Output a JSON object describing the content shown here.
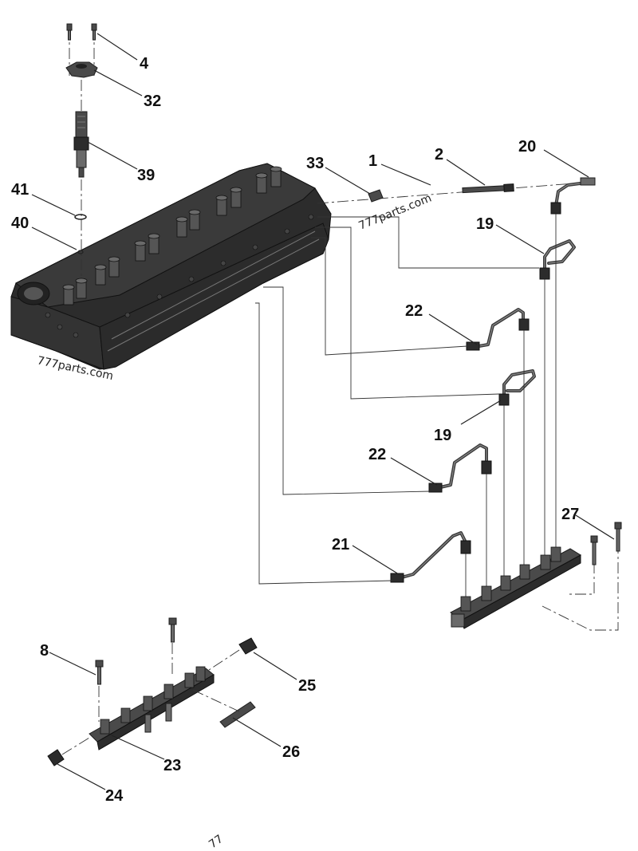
{
  "callouts": [
    {
      "id": "4",
      "label": "4"
    },
    {
      "id": "32",
      "label": "32"
    },
    {
      "id": "39",
      "label": "39"
    },
    {
      "id": "41",
      "label": "41"
    },
    {
      "id": "40",
      "label": "40"
    },
    {
      "id": "33",
      "label": "33"
    },
    {
      "id": "1",
      "label": "1"
    },
    {
      "id": "2",
      "label": "2"
    },
    {
      "id": "20",
      "label": "20"
    },
    {
      "id": "19a",
      "label": "19"
    },
    {
      "id": "22a",
      "label": "22"
    },
    {
      "id": "19b",
      "label": "19"
    },
    {
      "id": "22b",
      "label": "22"
    },
    {
      "id": "27",
      "label": "27"
    },
    {
      "id": "21",
      "label": "21"
    },
    {
      "id": "8",
      "label": "8"
    },
    {
      "id": "25",
      "label": "25"
    },
    {
      "id": "26",
      "label": "26"
    },
    {
      "id": "23",
      "label": "23"
    },
    {
      "id": "24",
      "label": "24"
    }
  ],
  "watermarks": {
    "top": "777parts.com",
    "left": "777parts.com",
    "bottom": "77"
  },
  "colors": {
    "background": "#ffffff",
    "metal": "#4a4a4a",
    "line": "#222222"
  }
}
